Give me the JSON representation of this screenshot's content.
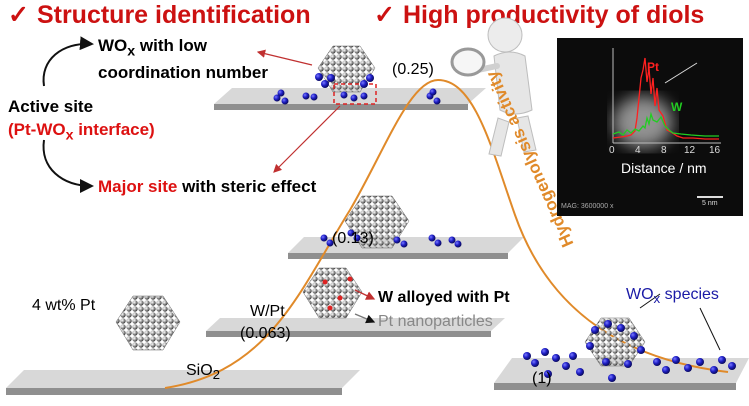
{
  "headers": {
    "left": "Structure identification",
    "right": "High productivity of diols"
  },
  "left_panel": {
    "wox_line1": "WO",
    "wox_sub": "x",
    "wox_rest": " with low",
    "wox_line2": "coordination number",
    "active_site": "Active site",
    "interface_open": "(Pt-WO",
    "interface_sub": "x",
    "interface_close": " interface)",
    "major_site": "Major site",
    "steric": " with steric effect"
  },
  "stage_labels": {
    "peak": "(0.25)",
    "mid": "(0.13)",
    "w_pt": "W/Pt",
    "w_pt_value": "(0.063)",
    "pt_wt": "4 wt% Pt",
    "support": "SiO",
    "support_sub": "2",
    "end": "(1)"
  },
  "annotations": {
    "w_alloyed": "W alloyed with Pt",
    "pt_nano": "Pt nanoparticles",
    "wox_species_prefix": "WO",
    "wox_species_sub": "x",
    "wox_species_suffix": " species"
  },
  "axis_label": "Hydrogenolysis activity",
  "tem": {
    "pt": "Pt",
    "w": "W",
    "xlabel": "Distance / nm",
    "ticks": [
      "0",
      "4",
      "8",
      "12",
      "16"
    ],
    "mag": "MAG: 3600000 x",
    "scale": "5 nm"
  },
  "colors": {
    "header": "#cc1111",
    "emphasis": "#dd1111",
    "curve": "#e08a2a",
    "wox": "#1a1aa6",
    "pt_profile": "#ff2020",
    "w_profile": "#22cc22"
  }
}
